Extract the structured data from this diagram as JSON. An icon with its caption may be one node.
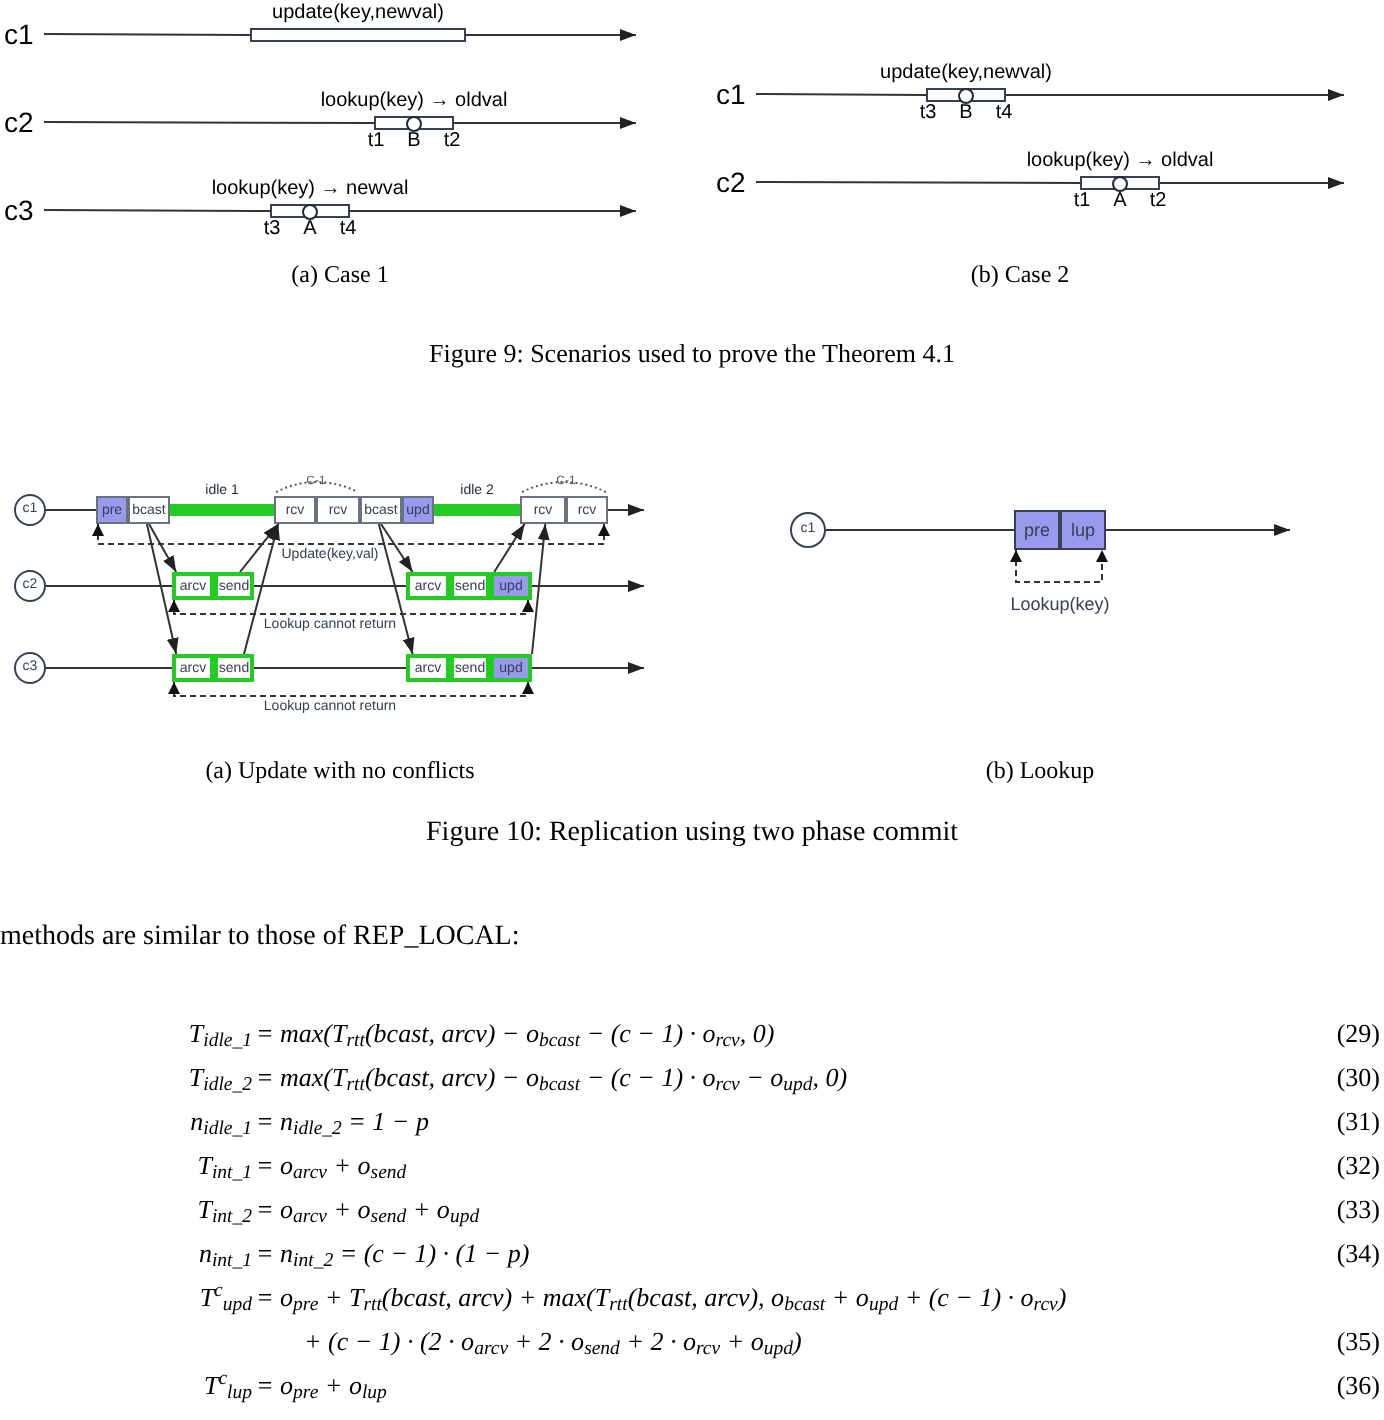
{
  "diagram": {
    "nodes": [
      {
        "text": [
          "c1"
        ]
      },
      {
        "text": [
          "update(key,newval)"
        ]
      },
      {
        "text": [
          "c2"
        ]
      },
      {
        "text": [
          "lookup(key) → oldval"
        ],
        "beside": [
          "t1",
          "B",
          "t2"
        ]
      },
      {
        "text": [
          "c3"
        ]
      },
      {
        "text": [
          "lookup(key) → newval"
        ],
        "beside": [
          "t3",
          "A",
          "t4"
        ]
      },
      {
        "text": [
          "c1"
        ]
      },
      {
        "text": [
          "update(key,newval)"
        ],
        "beside": [
          "t3",
          "B",
          "t4"
        ]
      },
      {
        "text": [
          "c2"
        ]
      },
      {
        "text": [
          "lookup(key) → oldval"
        ],
        "beside": [
          "t1",
          "A",
          "t2"
        ]
      },
      {
        "text": [
          "c1"
        ]
      },
      {
        "text": [
          "pre"
        ]
      },
      {
        "text": [
          "bcast"
        ]
      },
      {
        "text": [
          "idle 1"
        ]
      },
      {
        "text": [
          "rcv"
        ]
      },
      {
        "text": [
          "rcv"
        ]
      },
      {
        "text": [
          "bcast"
        ]
      },
      {
        "text": [
          "upd"
        ]
      },
      {
        "text": [
          "idle 2"
        ]
      },
      {
        "text": [
          "rcv"
        ]
      },
      {
        "text": [
          "rcv"
        ]
      },
      {
        "text": [
          "c2"
        ]
      },
      {
        "text": [
          "arcv"
        ]
      },
      {
        "text": [
          "send"
        ]
      },
      {
        "text": [
          "arcv"
        ]
      },
      {
        "text": [
          "send"
        ]
      },
      {
        "text": [
          "upd"
        ]
      },
      {
        "text": [
          "c3"
        ]
      },
      {
        "text": [
          "arcv"
        ]
      },
      {
        "text": [
          "send"
        ]
      },
      {
        "text": [
          "arcv"
        ]
      },
      {
        "text": [
          "send"
        ]
      },
      {
        "text": [
          "upd"
        ]
      },
      {
        "text": [
          "c1"
        ]
      },
      {
        "text": [
          "pre"
        ]
      },
      {
        "text": [
          "lup"
        ]
      }
    ],
    "edges": [
      {
        "from": 0,
        "to": 1,
        "arrow": "none"
      },
      {
        "from": 1,
        "to": null,
        "arrow": "to"
      },
      {
        "from": 2,
        "to": 3,
        "arrow": "none"
      },
      {
        "from": 3,
        "to": null,
        "arrow": "to"
      },
      {
        "from": 4,
        "to": 5,
        "arrow": "none"
      },
      {
        "from": 5,
        "to": null,
        "arrow": "to"
      },
      {
        "from": 6,
        "to": 7,
        "arrow": "none"
      },
      {
        "from": 7,
        "to": null,
        "arrow": "to"
      },
      {
        "from": 8,
        "to": 9,
        "arrow": "none"
      },
      {
        "from": 9,
        "to": null,
        "arrow": "to"
      },
      {
        "from": 10,
        "to": 11,
        "arrow": "none"
      },
      {
        "from": 20,
        "to": null,
        "arrow": "to"
      },
      {
        "from": 21,
        "to": 22,
        "arrow": "none"
      },
      {
        "from": 23,
        "to": 24,
        "arrow": "none"
      },
      {
        "from": 26,
        "to": null,
        "arrow": "to"
      },
      {
        "from": 27,
        "to": 28,
        "arrow": "none"
      },
      {
        "from": 29,
        "to": 30,
        "arrow": "none"
      },
      {
        "from": 32,
        "to": null,
        "arrow": "to"
      },
      {
        "from": 33,
        "to": 34,
        "arrow": "none"
      },
      {
        "from": 35,
        "to": null,
        "arrow": "to"
      },
      {
        "from": 12,
        "to": 22,
        "arrow": "to"
      },
      {
        "from": 12,
        "to": 28,
        "arrow": "to"
      },
      {
        "from": 23,
        "to": 14,
        "arrow": "to"
      },
      {
        "from": 29,
        "to": 14,
        "arrow": "to"
      },
      {
        "from": 16,
        "to": 24,
        "arrow": "to"
      },
      {
        "from": 16,
        "to": 30,
        "arrow": "to"
      },
      {
        "from": 26,
        "to": 19,
        "arrow": "to"
      },
      {
        "from": 32,
        "to": 19,
        "arrow": "to"
      },
      {
        "from": 11,
        "to": 20,
        "arrow": "both",
        "style": "dashed",
        "label": "Update(key,val)"
      },
      {
        "from": 22,
        "to": 26,
        "arrow": "both",
        "style": "dashed",
        "label": "Lookup cannot return"
      },
      {
        "from": 28,
        "to": 32,
        "arrow": "both",
        "style": "dashed",
        "label": "Lookup cannot return"
      },
      {
        "from": 34,
        "to": 35,
        "arrow": "both",
        "style": "dashed",
        "label": "Lookup(key)"
      }
    ],
    "labels": [
      "(a) Case 1",
      "(b) Case 2",
      "Figure 9: Scenarios used to prove the Theorem 4.1",
      "C-1",
      "C-1",
      "(a) Update with no conflicts",
      "(b) Lookup",
      "Figure 10: Replication using two phase commit",
      "methods are similar to those of REP_LOCAL:",
      "T$_{idle_1}$",
      "= max(T$_{rtt}$(bcast, arcv) − o$_{bcast}$ − (c − 1) · o$_{rcv}$, 0)",
      "(29)",
      "T$_{idle_2}$",
      "= max(T$_{rtt}$(bcast, arcv) − o$_{bcast}$ − (c − 1) · o$_{rcv}$ − o$_{upd}$, 0)",
      "(30)",
      "n$_{idle_1}$",
      "= n$_{idle_2}$ = 1 − p",
      "(31)",
      "T$_{int_1}$",
      "= o$_{arcv}$ + o$_{send}$",
      "(32)",
      "T$_{int_2}$",
      "= o$_{arcv}$ + o$_{send}$ + o$_{upd}$",
      "(33)",
      "n$_{int_1}$",
      "= n$_{int_2}$ = (c − 1) · (1 − p)",
      "(34)",
      "T$^{c}$$_{upd}$",
      "= o$_{pre}$ + T$_{rtt}$(bcast, arcv) + max(T$_{rtt}$(bcast, arcv), o$_{bcast}$ + o$_{upd}$ + (c − 1) · o$_{rcv}$)",
      "+ (c − 1) · (2 · o$_{arcv}$ + 2 · o$_{send}$ + 2 · o$_{rcv}$ + o$_{upd}$)",
      "(35)",
      "T$^{c}$$_{lup}$",
      "= o$_{pre}$ + o$_{lup}$",
      "(36)"
    ]
  }
}
